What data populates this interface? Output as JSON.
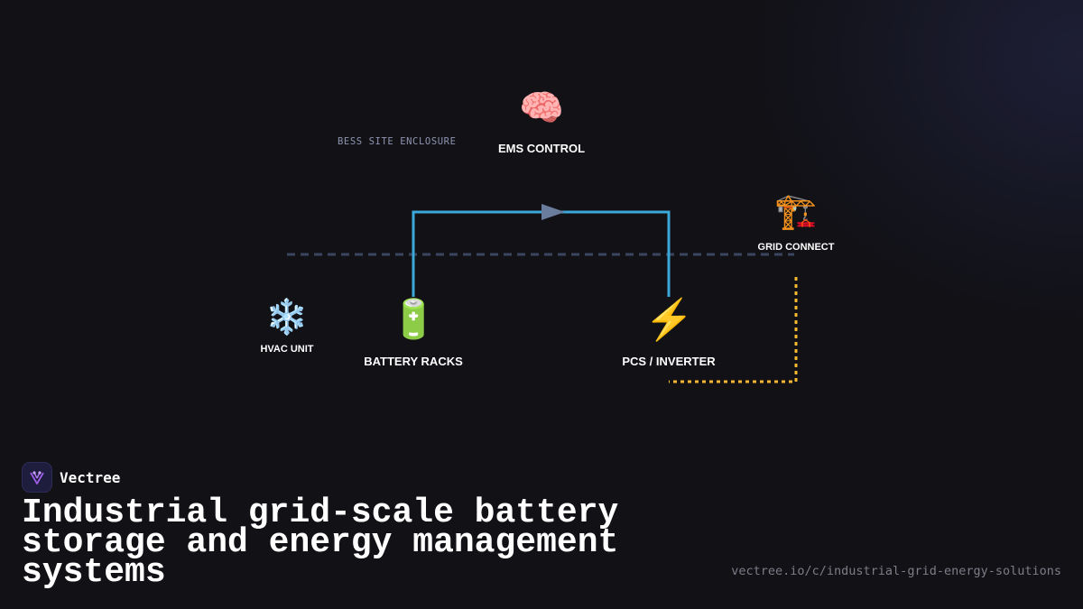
{
  "diagram": {
    "enclosure_label": "BESS SITE ENCLOSURE",
    "nodes": {
      "ems": {
        "icon": "🧠",
        "icon_name": "brain-icon",
        "label": "EMS CONTROL"
      },
      "grid": {
        "icon": "🏗️",
        "icon_name": "crane-icon",
        "label": "GRID CONNECT"
      },
      "hvac": {
        "icon": "❄️",
        "icon_name": "snowflake-icon",
        "label": "HVAC UNIT"
      },
      "battery": {
        "icon": "🔋",
        "icon_name": "battery-icon",
        "label": "BATTERY RACKS"
      },
      "pcs": {
        "icon": "⚡",
        "icon_name": "lightning-icon",
        "label": "PCS / INVERTER"
      }
    },
    "colors": {
      "control_link": "#3aa8d8",
      "grid_link": "#f5b82e",
      "enclosure_boundary": "#3a4560",
      "flow_arrow": "#6b7d9c"
    }
  },
  "brand": {
    "name": "Vectree",
    "logo_icon": "vectree-logo-icon"
  },
  "headline": "Industrial grid-scale battery storage and energy management systems",
  "url": "vectree.io/c/industrial-grid-energy-solutions"
}
